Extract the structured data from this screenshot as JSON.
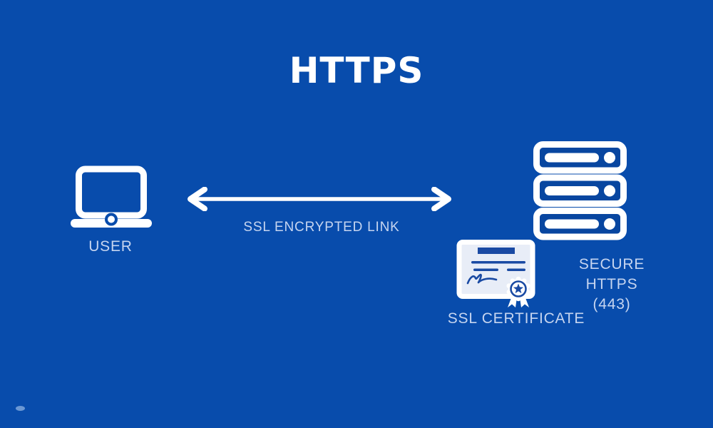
{
  "colors": {
    "background": "#084CAC",
    "icon_white": "#FFFFFF",
    "label_text": "#C6D5F0",
    "title_text": "#FFFFFF",
    "certificate_ink": "#1A4AA3",
    "certificate_paper": "#E8EDF7",
    "server_panel_fill": "#0846A0"
  },
  "title": "HTTPS",
  "nodes": {
    "user": {
      "label": "USER",
      "icon": "laptop-icon"
    },
    "server": {
      "label_line1": "SECURE HTTPS",
      "label_line2": "(443)",
      "icon": "server-stack-icon"
    },
    "certificate": {
      "label": "SSL CERTIFICATE",
      "icon": "certificate-seal-icon"
    }
  },
  "connection": {
    "label": "SSL ENCRYPTED LINK",
    "icon": "double-headed-arrow-icon"
  }
}
